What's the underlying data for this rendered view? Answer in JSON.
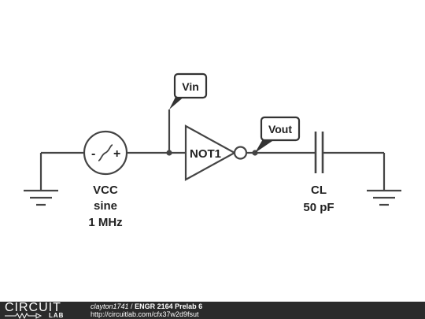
{
  "source": {
    "name": "VCC",
    "type": "sine",
    "frequency": "1 MHz",
    "symbol_minus": "-",
    "symbol_plus": "+"
  },
  "inverter": {
    "label": "NOT1"
  },
  "probes": {
    "vin": "Vin",
    "vout": "Vout"
  },
  "capacitor": {
    "name": "CL",
    "value": "50 pF"
  },
  "footer": {
    "logo_text": "CIRCUIT",
    "logo_sub": "LAB",
    "author": "clayton1741",
    "separator": " / ",
    "title": "ENGR 2164 Prelab 6",
    "url": "http://circuitlab.com/cfx37w2d9fsut"
  },
  "colors": {
    "stroke": "#444444",
    "footer_bg": "#2b2b2b"
  }
}
